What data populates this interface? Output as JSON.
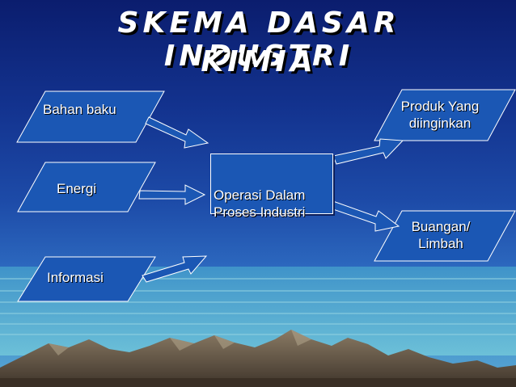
{
  "slide": {
    "title_line1": "SKEMA DASAR INDUSTRI",
    "title_line2": "KIMIA"
  },
  "inputs": [
    {
      "label": "Bahan baku"
    },
    {
      "label": "Energi"
    },
    {
      "label": "Informasi"
    }
  ],
  "process": {
    "line1": "Operasi Dalam",
    "line2": "Proses Industri"
  },
  "outputs": [
    {
      "line1": "Produk Yang",
      "line2": "diinginkan"
    },
    {
      "line1": "Buangan/",
      "line2": "Limbah"
    }
  ],
  "colors": {
    "shape_fill": "#1b57b4",
    "shape_stroke": "#ffffff",
    "text": "#ffffff"
  }
}
